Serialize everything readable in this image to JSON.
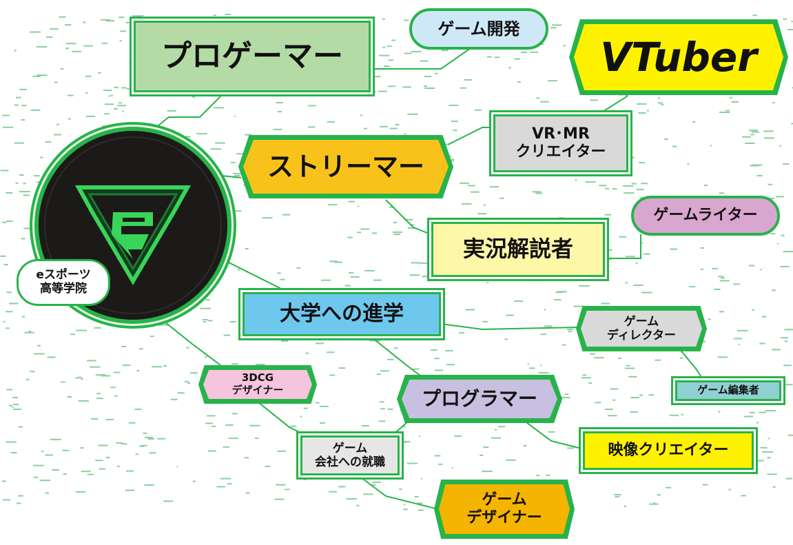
{
  "center": {
    "label": "eスポーツ\n高等学院"
  },
  "nodes": {
    "pro_gamer": {
      "label": "プロゲーマー",
      "color": "#b4dba6"
    },
    "game_dev": {
      "label": "ゲーム開発",
      "color": "#cfe8f8"
    },
    "vtuber": {
      "label": "VTuber",
      "color": "#fff200"
    },
    "vr_mr": {
      "label": "VR･MR\nクリエイター",
      "color": "#d9d9d9"
    },
    "streamer": {
      "label": "ストリーマー",
      "color": "#f8c21a"
    },
    "game_writer": {
      "label": "ゲームライター",
      "color": "#d9a6cf"
    },
    "commentator": {
      "label": "実況解説者",
      "color": "#fdf7a8"
    },
    "university": {
      "label": "大学への進学",
      "color": "#6ec8ee"
    },
    "game_director": {
      "label": "ゲーム\nディレクター",
      "color": "#d9d9d9"
    },
    "game_editor": {
      "label": "ゲーム編集者",
      "color": "#8fd0d3"
    },
    "cg_designer": {
      "label": "3DCG\nデザイナー",
      "color": "#f6c4dc"
    },
    "programmer": {
      "label": "プログラマー",
      "color": "#c8c0e0"
    },
    "video_creator": {
      "label": "映像クリエイター",
      "color": "#fff200"
    },
    "game_company": {
      "label": "ゲーム\n会社への就職",
      "color": "#e6e6e6"
    },
    "game_designer": {
      "label": "ゲーム\nデザイナー",
      "color": "#f5b400"
    }
  },
  "colors": {
    "frame": "#27b34a",
    "emblem_bg": "#1c1a18",
    "emblem_accent": "#39d45a"
  }
}
